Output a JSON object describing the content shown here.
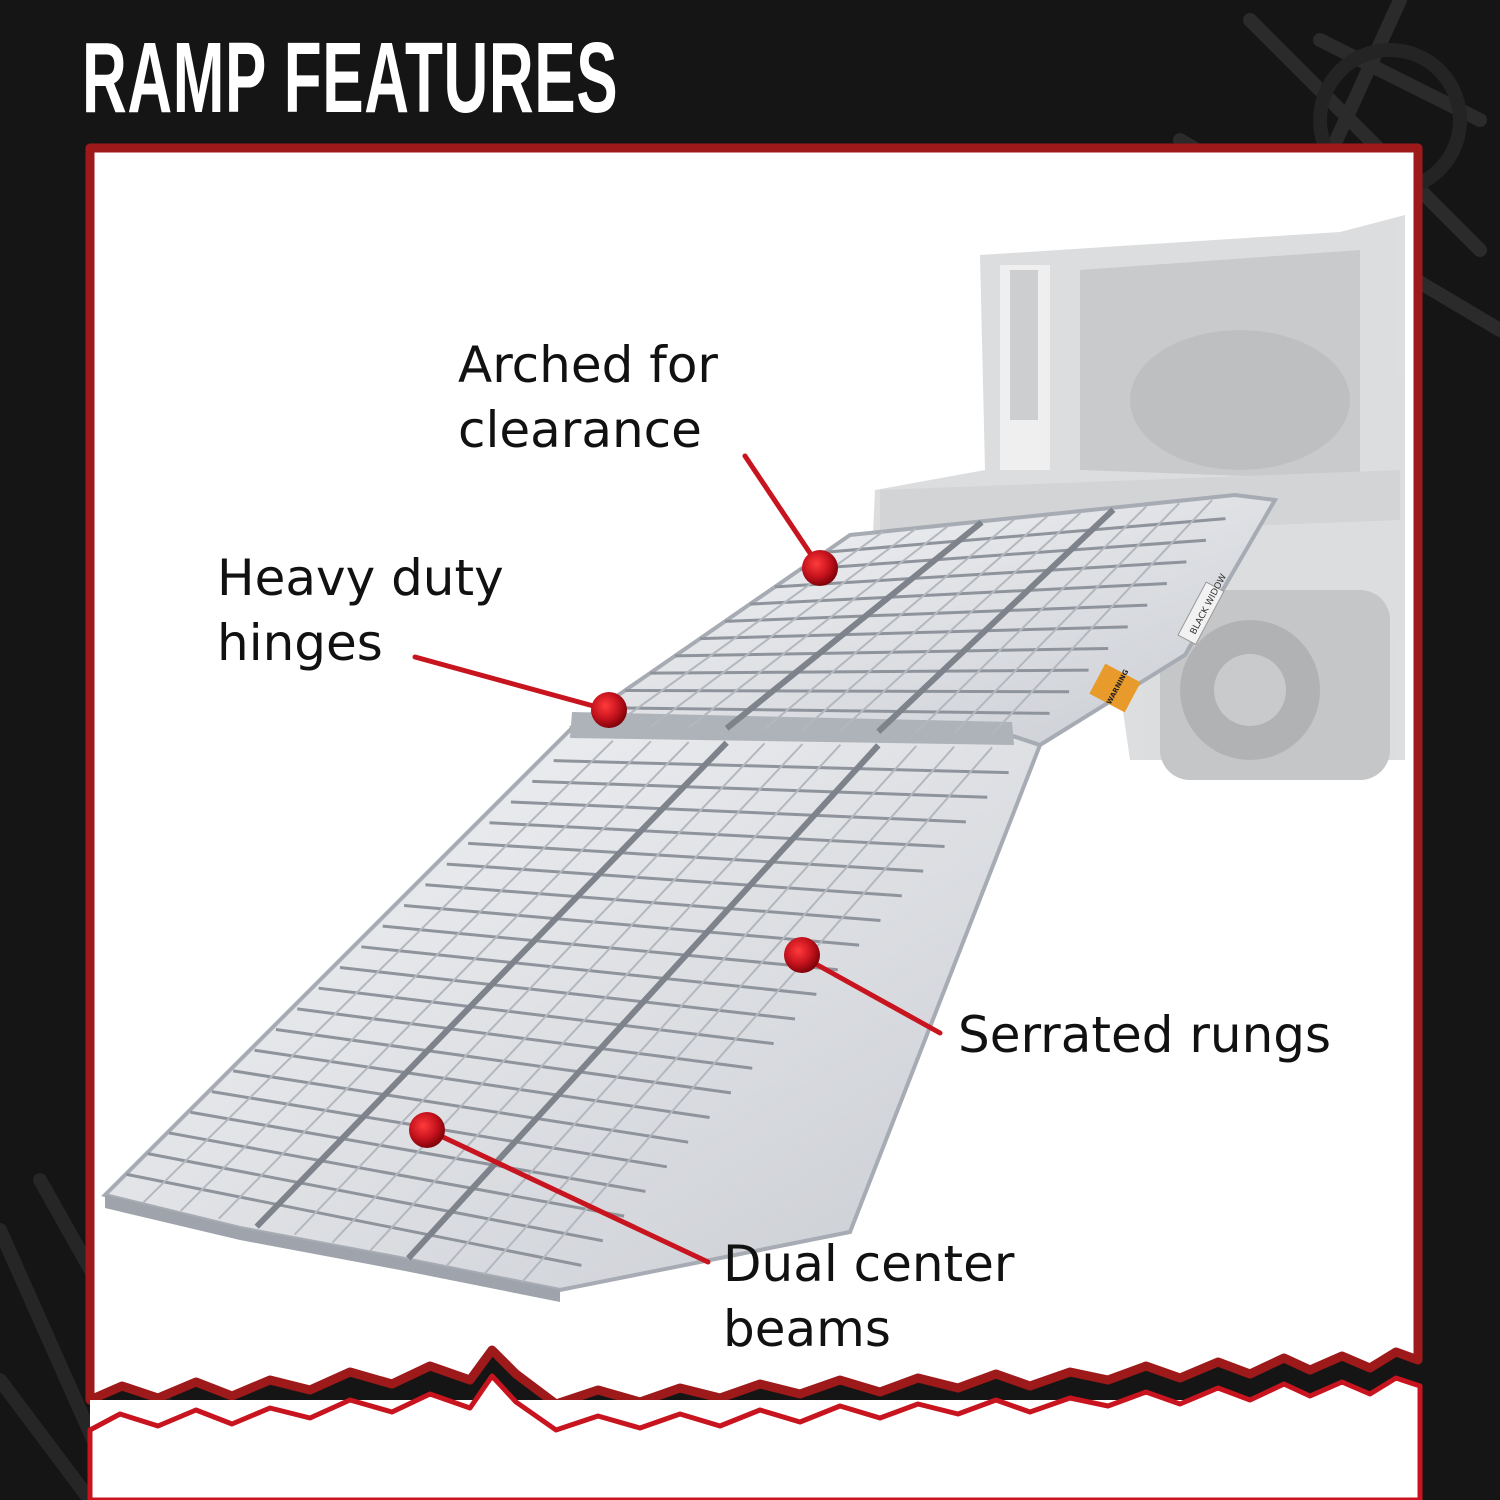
{
  "heading": "RAMP FEATURES",
  "colors": {
    "background": "#151515",
    "panel": "#ffffff",
    "frame": "#9e1a1a",
    "accent": "#c8141e",
    "text": "#111111"
  },
  "ramp_markings": {
    "brand": "BLACK WIDOW",
    "warning": "WARNING"
  },
  "callouts": [
    {
      "id": "arched",
      "text": "Arched for\nclearance"
    },
    {
      "id": "hinges",
      "text": "Heavy duty\nhinges"
    },
    {
      "id": "rungs",
      "text": "Serrated rungs"
    },
    {
      "id": "beams",
      "text": "Dual center\nbeams"
    }
  ]
}
